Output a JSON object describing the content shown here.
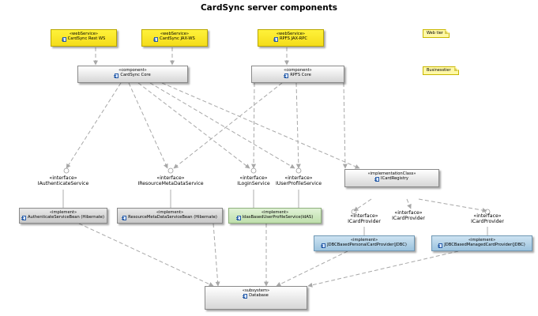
{
  "title": "CardSync server components",
  "notes": [
    "Web tier",
    "Businesstier"
  ],
  "nodes": {
    "cardsync_rest": {
      "stereotype": "«webService»",
      "name": "CardSync Rest WS"
    },
    "cardsync_jaxws": {
      "stereotype": "«webService»",
      "name": "CardSync JAX-WS"
    },
    "rpfs_jaxrpc": {
      "stereotype": "«webService»",
      "name": "RPFS JAX-RPC"
    },
    "cardsync_core": {
      "stereotype": "«component»",
      "name": "CardSync Core"
    },
    "rpfs_core": {
      "stereotype": "«component»",
      "name": "RPFS Core"
    },
    "icardregistry": {
      "stereotype": "«implementationClass»",
      "name": "ICardRegistry"
    },
    "auth_bean": {
      "stereotype": "«implement»",
      "name": "AuthenticateServiceBean (Hibernate)"
    },
    "res_meta_bean": {
      "stereotype": "«implement»",
      "name": "ResourceMetaDataServiceBean (Hibernate)"
    },
    "idas_user": {
      "stereotype": "«implement»",
      "name": "IdasBasedUserProfileService(IdAS)"
    },
    "jdbc_personal": {
      "stereotype": "«implement»",
      "name": "JDBCBasedPersonalCardProvider(JDBC)"
    },
    "jdbc_managed": {
      "stereotype": "«implement»",
      "name": "JDBCBasedManagedCardProvider(JDBC)"
    },
    "database": {
      "stereotype": "«subsystem»",
      "name": "Database"
    }
  },
  "interfaces": {
    "iauth": {
      "stereotype": "«interface»",
      "name": "IAuthenticateService"
    },
    "iresmeta": {
      "stereotype": "«interface»",
      "name": "IResourceMetaDataService"
    },
    "ilogin": {
      "stereotype": "«interface»",
      "name": "ILoginService"
    },
    "iuserprofile": {
      "stereotype": "«interface»",
      "name": "IUserProfileService"
    },
    "icp_left": {
      "stereotype": "«interface»",
      "name": "ICardProvider"
    },
    "icp_mid": {
      "stereotype": "«interface»",
      "name": "ICardProvider"
    },
    "icp_right": {
      "stereotype": "«interface»",
      "name": "ICardProvider"
    }
  },
  "colors": {
    "webservice": "#f6e21e",
    "component": "#e6e6e6",
    "implement_grey": "#d0d0d0",
    "implement_green": "#c9e6b8",
    "implement_blue": "#a9cbe2",
    "note": "#fff8a6",
    "edge": "#a8a8a8"
  }
}
